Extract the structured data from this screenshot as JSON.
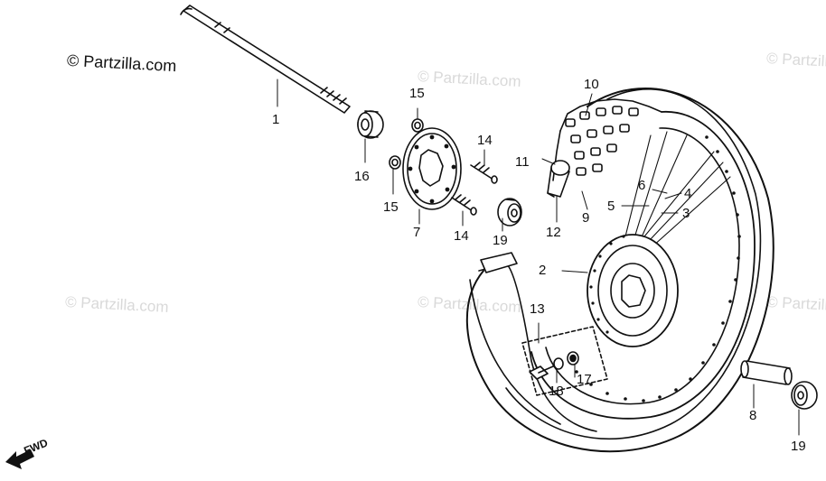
{
  "copyright": "© Partzilla.com",
  "watermark": "© Partzilla.com",
  "fwd_label": "FWD",
  "callouts": {
    "c1": "1",
    "c2": "2",
    "c3": "3",
    "c4": "4",
    "c5": "5",
    "c6": "6",
    "c7": "7",
    "c8": "8",
    "c9": "9",
    "c10": "10",
    "c11": "11",
    "c12": "12",
    "c13": "13",
    "c14a": "14",
    "c14b": "14",
    "c15a": "15",
    "c15b": "15",
    "c16": "16",
    "c17": "17",
    "c18": "18",
    "c19a": "19",
    "c19b": "19"
  },
  "colors": {
    "ink": "#111111",
    "watermark": "#d9d9d9"
  }
}
